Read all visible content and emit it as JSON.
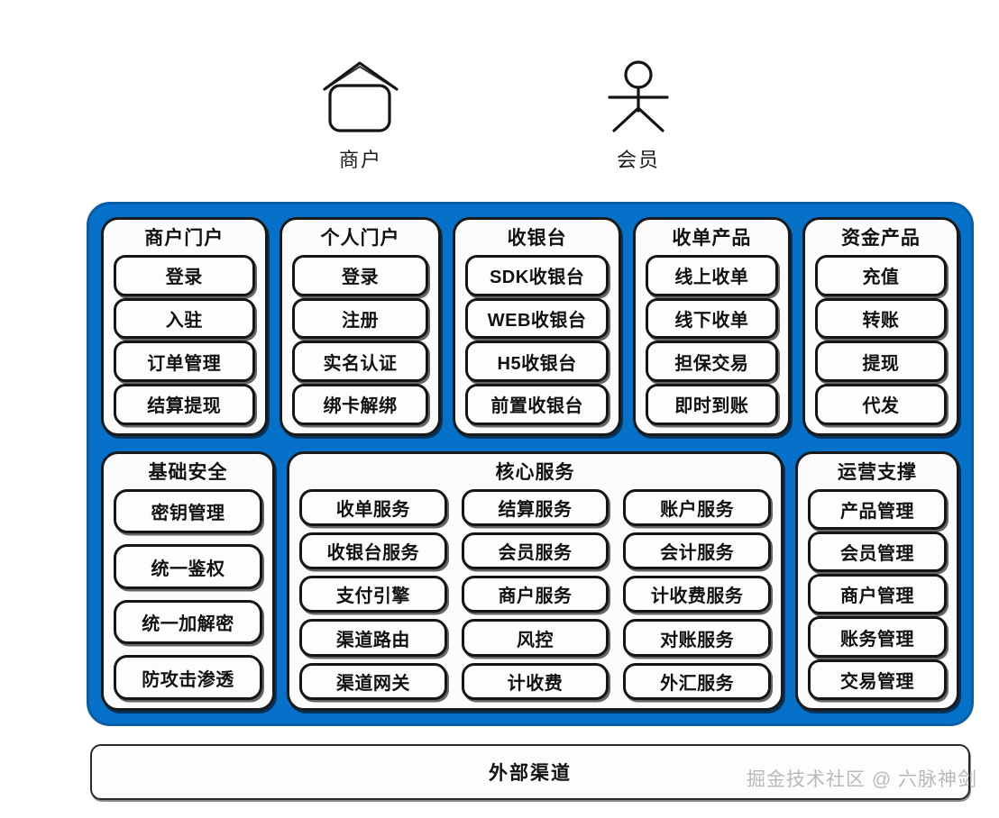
{
  "actors": [
    {
      "label": "商户",
      "icon": "house-icon"
    },
    {
      "label": "会员",
      "icon": "person-icon"
    }
  ],
  "platform": {
    "accent_color": "#0571C8",
    "border_color": "#0A5EA8",
    "top_row": [
      {
        "title": "商户门户",
        "items": [
          "登录",
          "入驻",
          "订单管理",
          "结算提现"
        ]
      },
      {
        "title": "个人门户",
        "items": [
          "登录",
          "注册",
          "实名认证",
          "绑卡解绑"
        ]
      },
      {
        "title": "收银台",
        "items": [
          "SDK收银台",
          "WEB收银台",
          "H5收银台",
          "前置收银台"
        ]
      },
      {
        "title": "收单产品",
        "items": [
          "线上收单",
          "线下收单",
          "担保交易",
          "即时到账"
        ]
      },
      {
        "title": "资金产品",
        "items": [
          "充值",
          "转账",
          "提现",
          "代发"
        ]
      }
    ],
    "security": {
      "title": "基础安全",
      "items": [
        "密钥管理",
        "统一鉴权",
        "统一加解密",
        "防攻击渗透"
      ]
    },
    "core": {
      "title": "核心服务",
      "columns": [
        [
          "收单服务",
          "收银台服务",
          "支付引擎",
          "渠道路由",
          "渠道网关"
        ],
        [
          "结算服务",
          "会员服务",
          "商户服务",
          "风控",
          "计收费"
        ],
        [
          "账户服务",
          "会计服务",
          "计收费服务",
          "对账服务",
          "外汇服务"
        ]
      ]
    },
    "ops": {
      "title": "运营支撑",
      "items": [
        "产品管理",
        "会员管理",
        "商户管理",
        "账务管理",
        "交易管理"
      ]
    }
  },
  "external": {
    "label": "外部渠道"
  },
  "watermark": {
    "text": "掘金技术社区 @ 六脉神剑"
  }
}
